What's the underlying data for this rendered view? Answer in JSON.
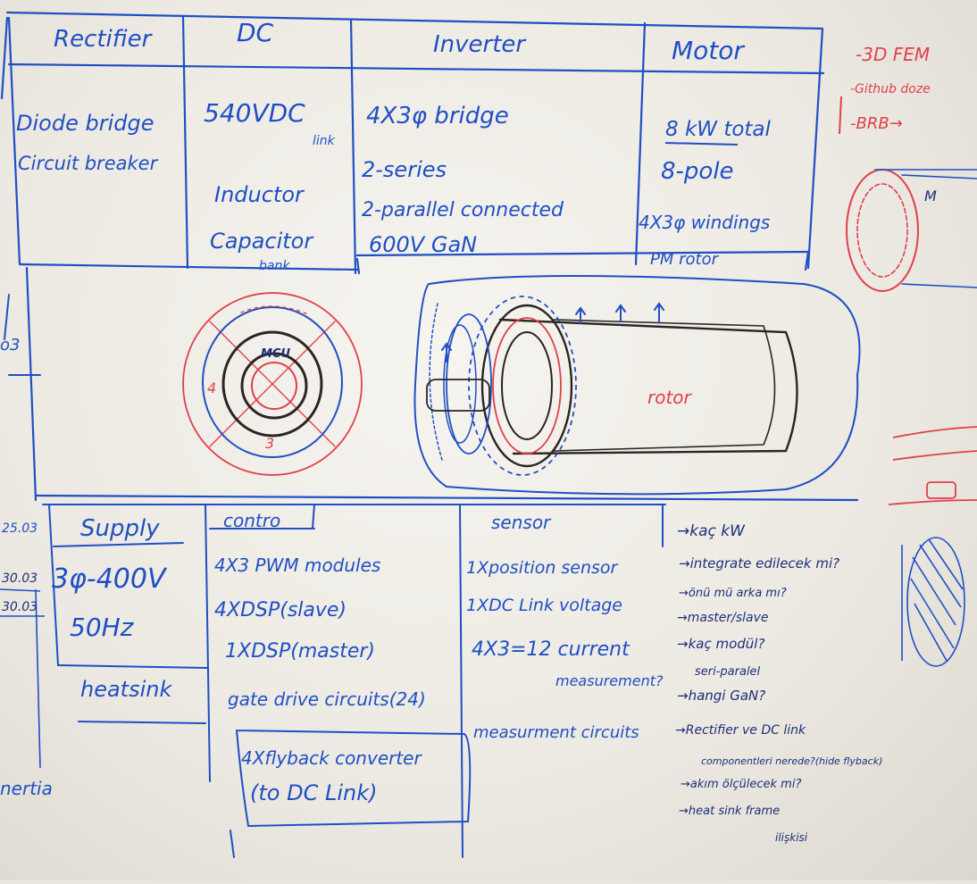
{
  "top_table": {
    "headers": {
      "rectifier": "Rectifier",
      "dc": "DC",
      "inverter": "Inverter",
      "motor": "Motor"
    },
    "rectifier": [
      "Diode bridge",
      "Circuit breaker"
    ],
    "dc": {
      "link_value": "540VDC",
      "link_suffix": "link",
      "inductor": "Inductor",
      "capacitor": "Capacitor",
      "bank": "bank"
    },
    "inverter": [
      "4X3φ bridge",
      "2-series",
      "2-parallel connected",
      "600V GaN"
    ],
    "motor": [
      "8 kW total",
      "8-pole",
      "4X3φ windings",
      "PM rotor"
    ]
  },
  "diagram": {
    "mcu_label": "MCU",
    "segment_numbers": [
      "4",
      "3"
    ],
    "rotor_label": "rotor"
  },
  "bottom_table": {
    "headers": {
      "supply": "Supply",
      "control": "contro",
      "sensor": "sensor"
    },
    "supply": [
      "3φ-400V",
      "50Hz"
    ],
    "heatsink": "heatsink",
    "control": [
      "4X3 PWM modules",
      "4XDSP(slave)",
      "1XDSP(master)",
      "gate drive circuits(24)",
      "4Xflyback converter",
      "(to DC Link)"
    ],
    "sensor": [
      "1Xposition sensor",
      "1XDC Link voltage",
      "4X3=12 current",
      "measurement?",
      "measurment circuits"
    ]
  },
  "questions": [
    "→kaç kW",
    "→integrate edilecek mi?",
    "→önü mü arka mı?",
    "→master/slave",
    "→kaç modül?",
    "seri-paralel",
    "→hangi GaN?",
    "→Rectifier ve DC link",
    "componentleri nerede?(hide flyback)",
    "→akım ölçülecek mi?",
    "→heat sink frame",
    "ilişkisi"
  ],
  "right_notes": [
    "-3D FEM",
    "-Github doze",
    "-BRB→"
  ],
  "right_sketch_label": "M",
  "left_edge_fragments": [
    "o3",
    "25.03",
    "30.03",
    "30.03",
    "nertia"
  ],
  "colors": {
    "blue_marker": "#1f4fc4",
    "red_marker": "#e0404a",
    "black_marker": "#2a2522",
    "board": "#f3f1ec"
  }
}
